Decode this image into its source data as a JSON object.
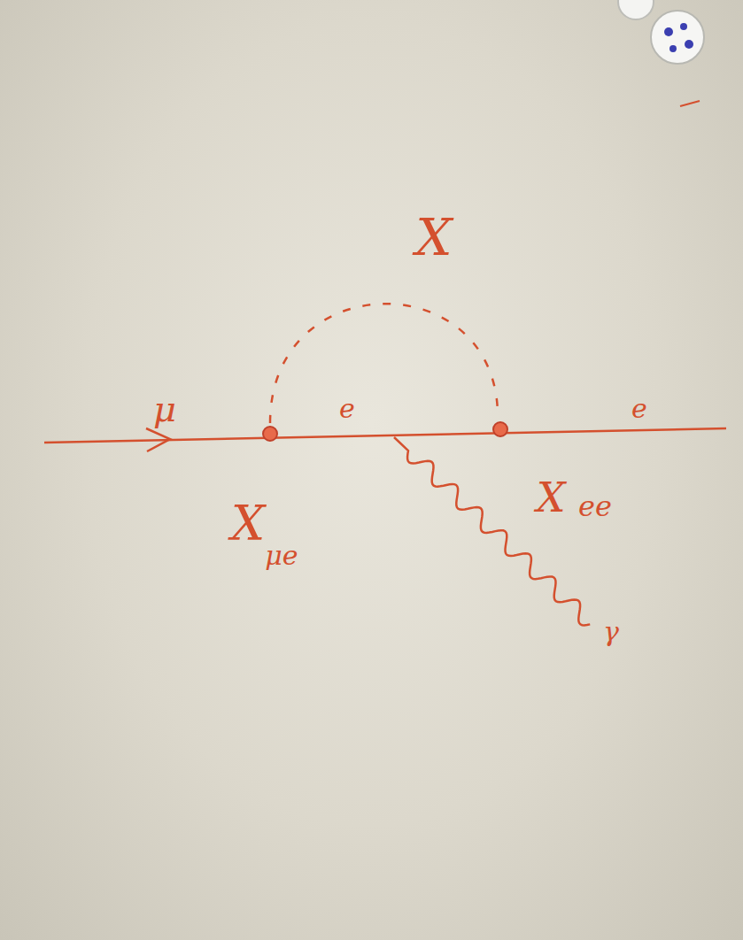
{
  "diagram": {
    "labels": [
      "X",
      "μ",
      "e",
      "e",
      "X",
      "μe",
      "X",
      "ee",
      "γ"
    ]
  }
}
